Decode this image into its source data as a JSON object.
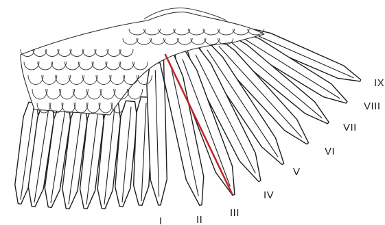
{
  "figure": {
    "subject": "bird-wing",
    "primary_labels": [
      "IX",
      "VIII",
      "VII",
      "VI",
      "V",
      "IV",
      "III",
      "II",
      "I"
    ],
    "measure_line_color": "#c0262c",
    "ink_color": "#1c1c1c",
    "background_color": "#ffffff"
  }
}
